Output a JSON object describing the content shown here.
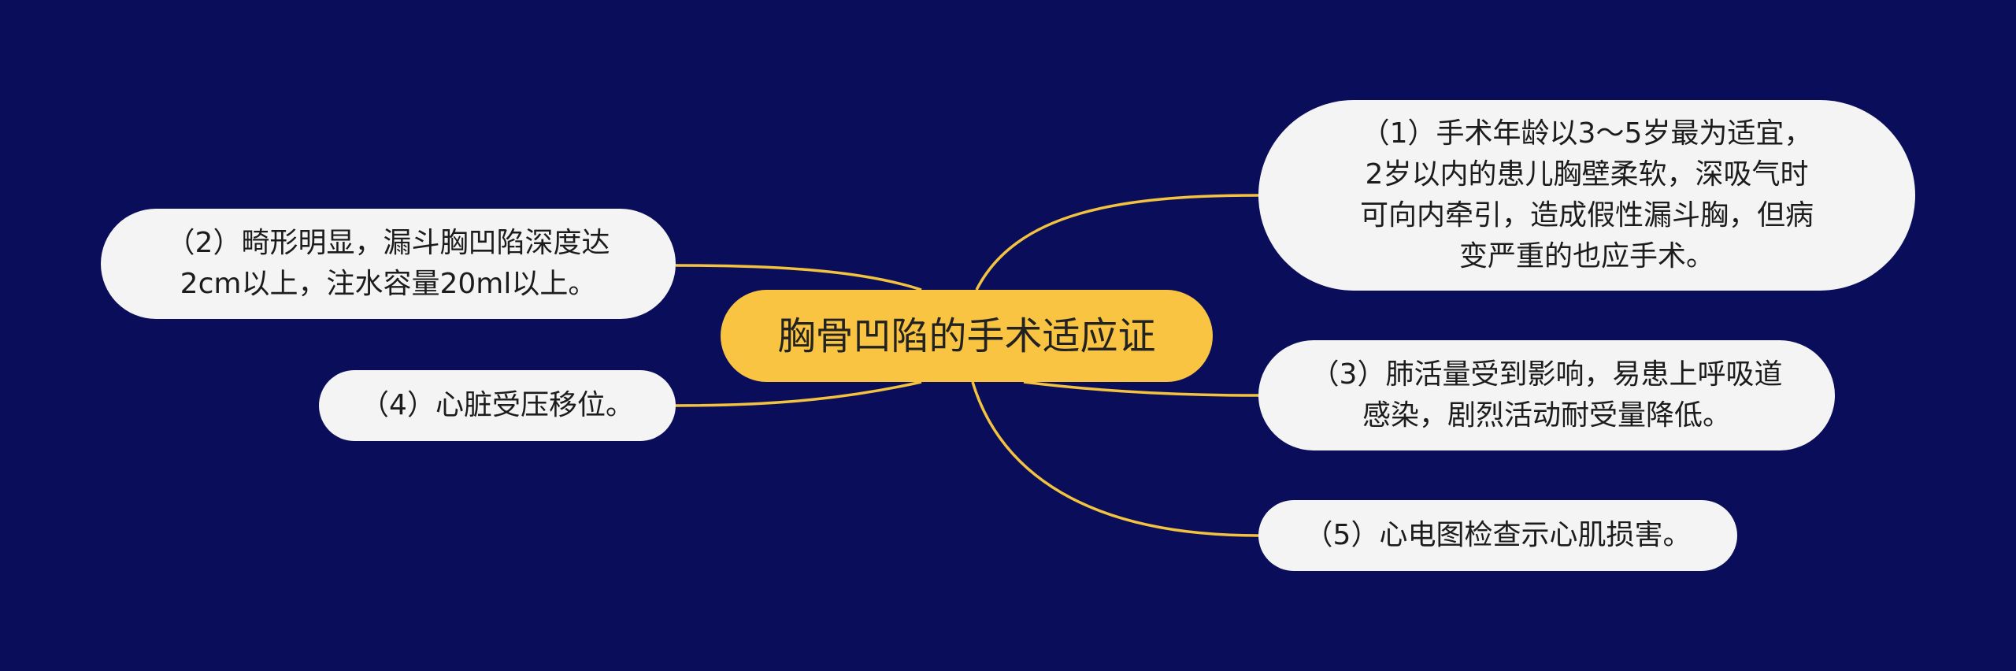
{
  "mindmap": {
    "root": "胸骨凹陷的手术适应证",
    "branches": [
      {
        "id": "node-1",
        "text": "（1）手术年龄以3～5岁最为适宜，2岁以内的患儿胸壁柔软，深吸气时可向内牵引，造成假性漏斗胸，但病变严重的也应手术。"
      },
      {
        "id": "node-2",
        "text": "（2）畸形明显，漏斗胸凹陷深度达2cm以上，注水容量20ml以上。"
      },
      {
        "id": "node-3",
        "text": "（3）肺活量受到影响，易患上呼吸道感染，剧烈活动耐受量降低。"
      },
      {
        "id": "node-4",
        "text": "（4）心脏受压移位。"
      },
      {
        "id": "node-5",
        "text": "（5）心电图检查示心肌损害。"
      }
    ]
  },
  "colors": {
    "background": "#0a0e5a",
    "root_fill": "#f9c441",
    "node_fill": "#f4f4f4",
    "connector": "#f3c340"
  }
}
